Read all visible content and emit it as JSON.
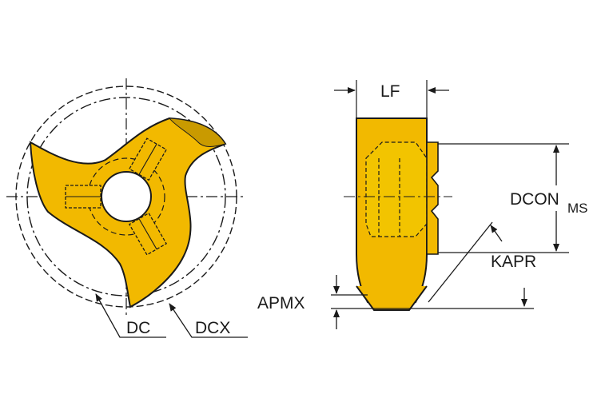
{
  "labels": {
    "dc": "DC",
    "dcx": "DCX",
    "lf": "LF",
    "dcon": "DCON",
    "dcon_sub": "MS",
    "kapr": "KAPR",
    "apmx": "APMX"
  },
  "colors": {
    "insert_fill": "#f2b900",
    "insert_shade": "#c99a00",
    "outline": "#1a1a1a",
    "background": "#ffffff"
  }
}
